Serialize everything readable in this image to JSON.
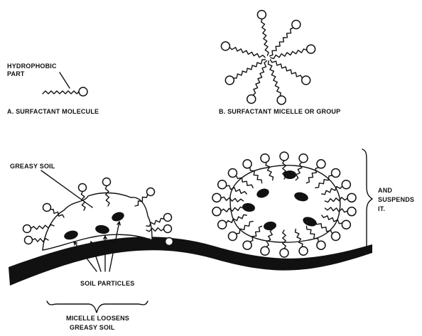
{
  "labels": {
    "hydrophobic_line1": "HYDROPHOBIC",
    "hydrophobic_line2": "PART",
    "caption_a": "A. SURFACTANT MOLECULE",
    "caption_b": "B. SURFACTANT MICELLE OR GROUP",
    "greasy_soil": "GREASY SOIL",
    "soil_particles": "SOIL PARTICLES",
    "loosens_line1": "MICELLE LOOSENS",
    "loosens_line2": "GREASY SOIL",
    "suspends_line1": "AND",
    "suspends_line2": "SUSPENDS",
    "suspends_line3": "IT."
  },
  "colors": {
    "ink": "#111111",
    "paper": "#ffffff"
  }
}
